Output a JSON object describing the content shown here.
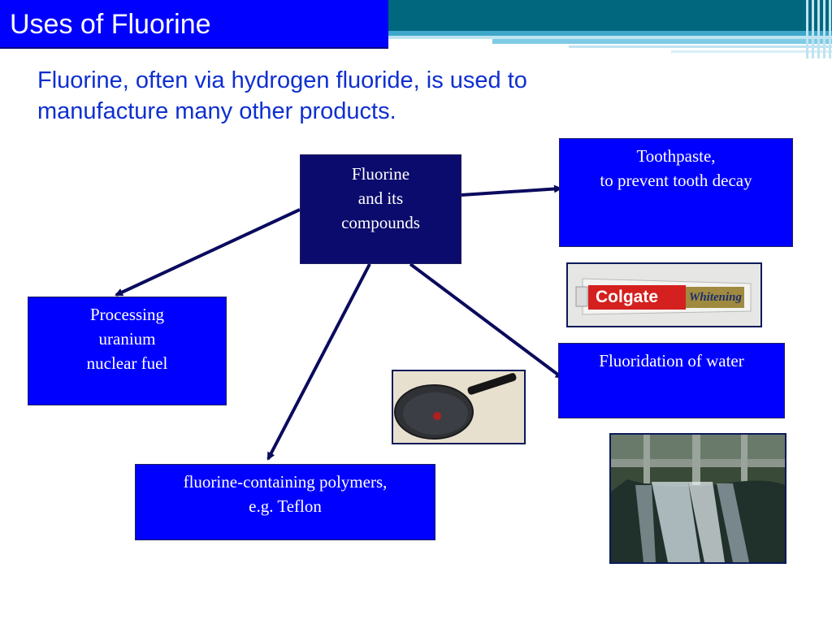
{
  "slide": {
    "title": "Uses of Fluorine",
    "subtitle": "Fluorine, often via hydrogen fluoride, is used to manufacture many other products."
  },
  "diagram": {
    "center": "Fluorine\nand its\ncompounds",
    "toothpaste": "Toothpaste,\nto prevent tooth decay",
    "uranium": "Processing\nuranium\nnuclear fuel",
    "water": "Fluoridation of water",
    "polymers": "fluorine-containing polymers,\ne.g. Teflon"
  },
  "images": {
    "toothpaste_brand": "Colgate",
    "toothpaste_variant": "Whitening"
  },
  "colors": {
    "box_fill": "#0000ff",
    "center_fill": "#0b0b6e",
    "arrow": "#0a0a5e",
    "title_bar": "#0000ff",
    "subtitle_text": "#0f2fd0"
  }
}
